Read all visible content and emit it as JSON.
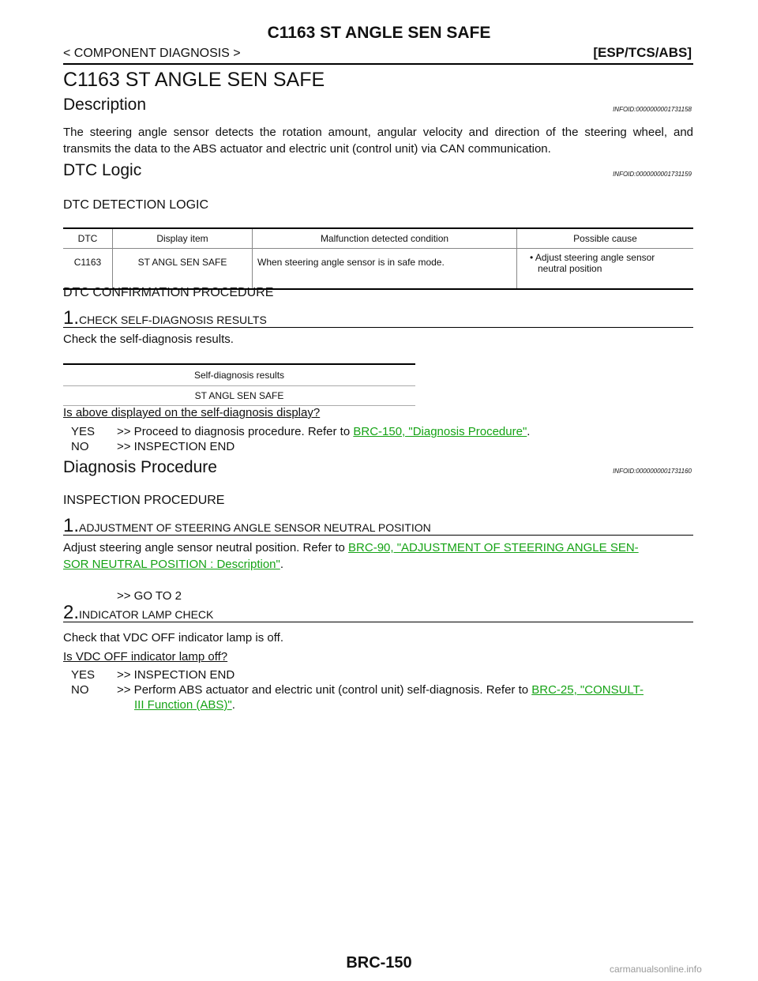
{
  "header": {
    "title": "C1163 ST ANGLE SEN SAFE",
    "breadcrumb": "< COMPONENT DIAGNOSIS >",
    "section": "[ESP/TCS/ABS]"
  },
  "doc_title": "C1163 ST ANGLE SEN SAFE",
  "description": {
    "heading": "Description",
    "infoid": "INFOID:0000000001731158",
    "text": "The steering angle sensor detects the rotation amount, angular velocity and direction of the steering wheel, and transmits the data to the ABS actuator and electric unit (control unit) via CAN communication."
  },
  "dtc_logic": {
    "heading": "DTC Logic",
    "infoid": "INFOID:0000000001731159",
    "detection_heading": "DTC DETECTION LOGIC",
    "table": {
      "headers": [
        "DTC",
        "Display item",
        "Malfunction detected condition",
        "Possible cause"
      ],
      "row": {
        "dtc": "C1163",
        "display": "ST ANGL SEN SAFE",
        "condition": "When steering angle sensor is in safe mode.",
        "cause_line1": "• Adjust steering angle sensor",
        "cause_line2": "neutral position"
      }
    },
    "confirm_heading": "DTC CONFIRMATION PROCEDURE",
    "step1": {
      "num": "1.",
      "title": "CHECK SELF-DIAGNOSIS RESULTS",
      "text": "Check the self-diagnosis results.",
      "table_header": "Self-diagnosis results",
      "table_value": "ST ANGL SEN SAFE",
      "question": "Is above displayed on the self-diagnosis display?",
      "yes_key": "YES",
      "yes_text": ">> Proceed to diagnosis procedure. Refer to ",
      "yes_link": "BRC-150, \"Diagnosis Procedure\"",
      "yes_end": ".",
      "no_key": "NO",
      "no_text": ">> INSPECTION END"
    }
  },
  "diagnosis": {
    "heading": "Diagnosis Procedure",
    "infoid": "INFOID:0000000001731160",
    "inspection_heading": "INSPECTION PROCEDURE",
    "step1": {
      "num": "1.",
      "title": "ADJUSTMENT OF STEERING ANGLE SENSOR NEUTRAL POSITION",
      "text": "Adjust steering angle sensor neutral position. Refer to ",
      "link_line1": "BRC-90, \"ADJUSTMENT OF STEERING ANGLE SEN-",
      "link_line2": "SOR NEUTRAL POSITION : Description\"",
      "end": ".",
      "goto": ">> GO TO 2"
    },
    "step2": {
      "num": "2.",
      "title": "INDICATOR LAMP CHECK",
      "text": "Check that VDC OFF indicator lamp is off.",
      "question": "Is VDC OFF indicator lamp off?",
      "yes_key": "YES",
      "yes_text": ">> INSPECTION END",
      "no_key": "NO",
      "no_text": ">> Perform ABS actuator and electric unit (control unit) self-diagnosis. Refer to ",
      "no_link_line1": "BRC-25, \"CONSULT-",
      "no_link_line2": "III Function (ABS)\"",
      "no_end": "."
    }
  },
  "footer": {
    "page": "BRC-150",
    "watermark": "carmanualsonline.info"
  }
}
